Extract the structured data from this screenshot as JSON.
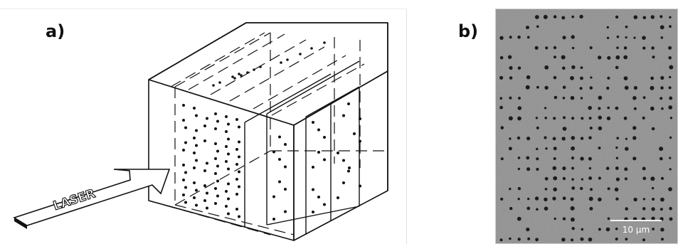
{
  "panel_a": {
    "label": "a)",
    "arrow_text": "LASER"
  },
  "panel_b": {
    "label": "b)",
    "scale_bar_text": "10 μm"
  },
  "colors": {
    "ink": "#111111",
    "micrograph_bg": "#8f8f8f",
    "micrograph_spot": "#1c1c1c",
    "scale_bar": "#ffffff"
  }
}
